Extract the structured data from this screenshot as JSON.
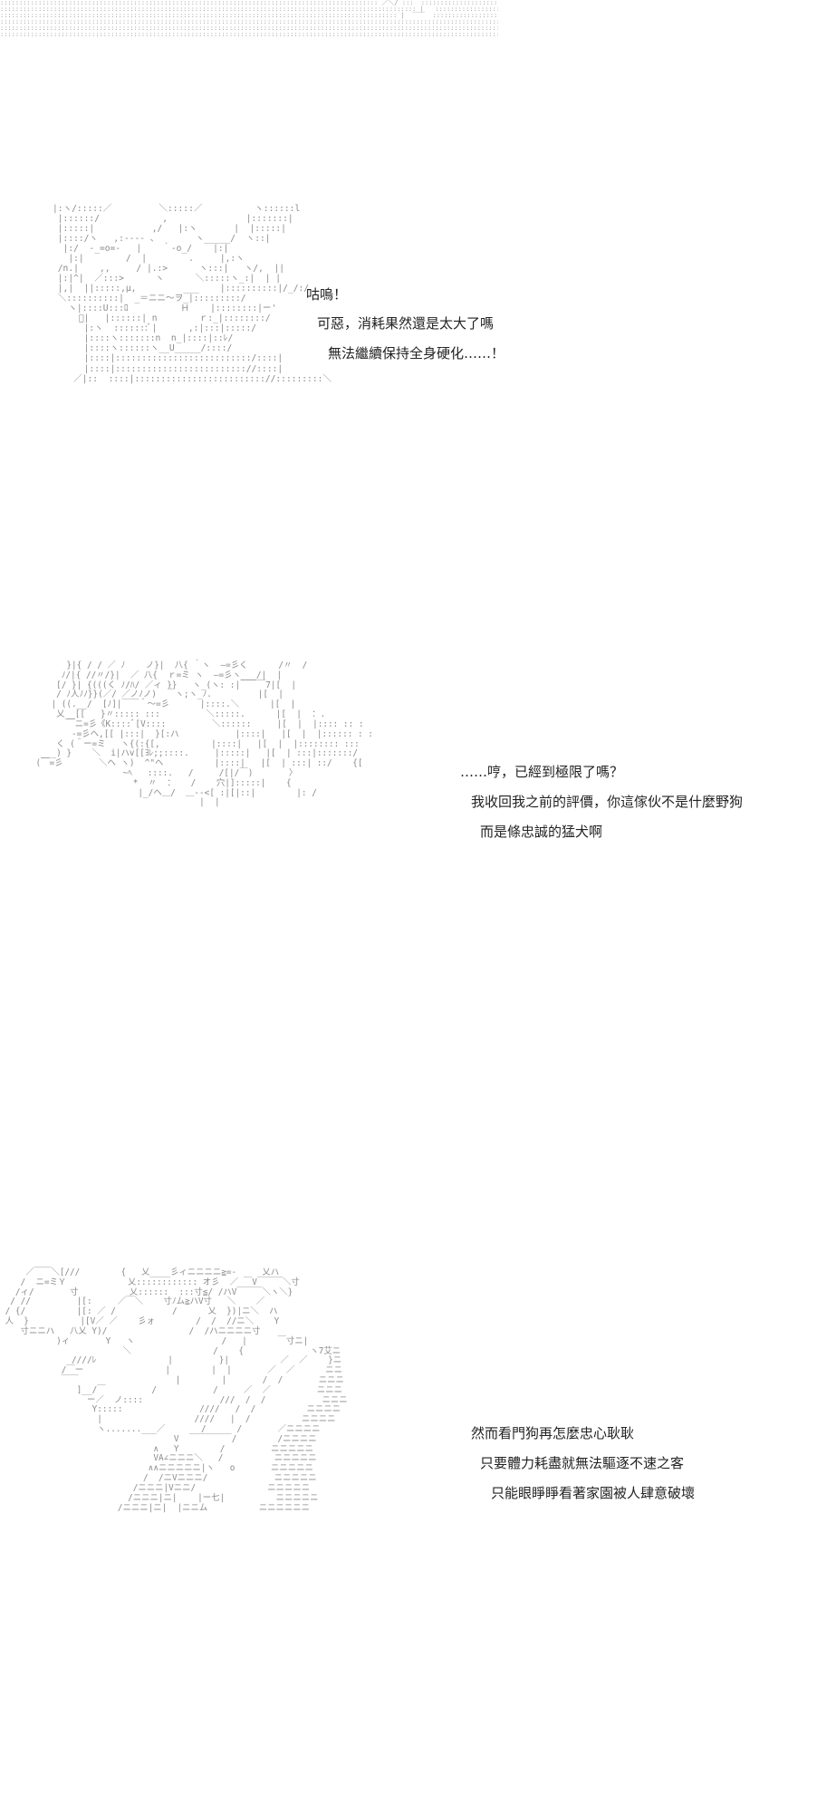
{
  "panels": [
    {
      "id": "panel-1",
      "lines": [
        "咕嗚！",
        "可惡，消耗果然還是太大了嗎",
        "無法繼續保持全身硬化……！"
      ]
    },
    {
      "id": "panel-2",
      "lines": [
        "……哼，已經到極限了嗎？",
        "我收回我之前的評價，你這傢伙不是什麼野狗",
        "而是條忠誠的猛犬啊"
      ]
    },
    {
      "id": "panel-3",
      "lines": [
        "然而看門狗再怎麼忠心耿耿",
        "只要體力耗盡就無法驅逐不速之客",
        "只能眼睜睜看著家園被人肆意破壞"
      ]
    }
  ]
}
